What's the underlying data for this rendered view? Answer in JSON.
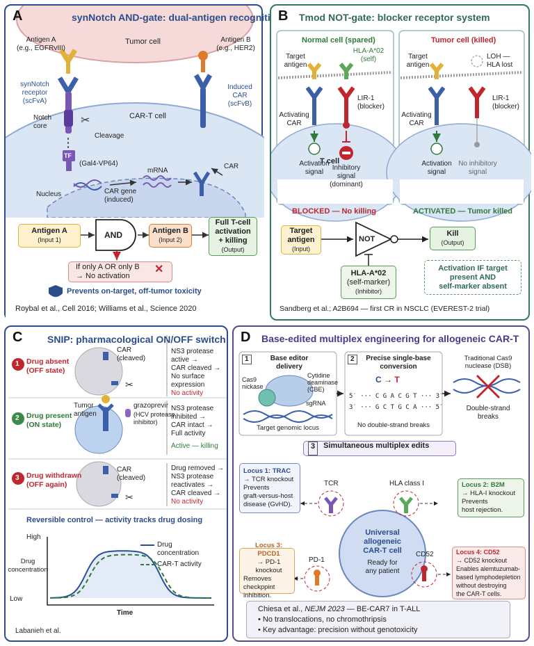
{
  "panel_a": {
    "letter": "A",
    "title": "synNotch AND-gate: dual-antigen recognition",
    "tumor_cell": "Tumor cell",
    "antigen_a": "Antigen A",
    "antigen_a_eg": "(e.g., EGFRvIII)",
    "antigen_b": "Antigen B",
    "antigen_b_eg": "(e.g., HER2)",
    "synnotch_l1": "synNotch",
    "synnotch_l2": "receptor",
    "synnotch_l3": "(scFvA)",
    "induced_l1": "Induced",
    "induced_l2": "CAR",
    "induced_l3": "(scFvB)",
    "cart_cell": "CAR-T cell",
    "notch_l1": "Notch",
    "notch_l2": "core",
    "cleavage": "Cleavage",
    "tf": "TF",
    "gal4": "(Gal4-VP64)",
    "mrna": "mRNA",
    "car": "CAR",
    "nucleus": "Nucleus",
    "car_gene_l1": "CAR gene",
    "car_gene_l2": "(induced)",
    "gate_in1_l1": "Antigen A",
    "gate_in1_l2": "(Input 1)",
    "gate_and": "AND",
    "gate_in2_l1": "Antigen B",
    "gate_in2_l2": "(Input 2)",
    "gate_out_l1": "Full T-cell",
    "gate_out_l2": "activation",
    "gate_out_l3": "+ killing",
    "gate_out_l4": "(Output)",
    "only_l1": "If only A OR only B",
    "only_l2": "→ No activation",
    "prevents": "Prevents on-target, off-tumor toxicity",
    "citation": "Roybal et al., Cell 2016; Williams et al., Science 2020"
  },
  "panel_b": {
    "letter": "B",
    "title": "Tmod NOT-gate: blocker receptor system",
    "normal_title": "Normal cell (spared)",
    "tumor_title": "Tumor cell (killed)",
    "target_antigen_l1": "Target",
    "target_antigen_l2": "antigen",
    "hla_l1": "HLA-A*02",
    "hla_l2": "(self)",
    "loh_l1": "LOH —",
    "loh_l2": "HLA lost",
    "lir_l1": "LIR-1",
    "lir_l2": "(blocker)",
    "activating_l1": "Activating",
    "activating_l2": "CAR",
    "tcell": "T cell",
    "act_signal_l1": "Activation",
    "act_signal_l2": "signal",
    "inhib_l1": "Inhibitory",
    "inhib_l2": "signal",
    "inhib_l3": "(dominant)",
    "no_inhib_l1": "No inhibitory",
    "no_inhib_l2": "signal",
    "blocked": "BLOCKED — No killing",
    "activated": "ACTIVATED — Tumor killed",
    "gate_in_l1": "Target",
    "gate_in_l2": "antigen",
    "gate_in_l3": "(Input)",
    "gate_not": "NOT",
    "gate_out_l1": "Kill",
    "gate_out_l2": "(Output)",
    "inhibitor_l1": "HLA-A*02",
    "inhibitor_l2": "(self-marker)",
    "inhibitor_l3": "(Inhibitor)",
    "note_l1": "Activation IF target",
    "note_l2": "present AND",
    "note_l3": "self-marker absent",
    "citation": "Sandberg et al.; A2B694 — first CR in NSCLC (EVEREST-2 trial)"
  },
  "panel_c": {
    "letter": "C",
    "title": "SNIP: pharmacological ON/OFF switch",
    "s1_num": "1",
    "s1_l1": "Drug absent",
    "s1_l2": "(OFF state)",
    "s1_car_l1": "CAR",
    "s1_car_l2": "(cleaved)",
    "s1_d1": "NS3 protease",
    "s1_d2": "active →",
    "s1_d3": "CAR cleaved →",
    "s1_d4": "No surface",
    "s1_d5": "expression",
    "s1_d6": "No activity",
    "s2_num": "2",
    "s2_l1": "Drug present",
    "s2_l2": "(ON state)",
    "s2_tumor_l1": "Tumor",
    "s2_tumor_l2": "antigen",
    "s2_drug_l1": "grazoprevir",
    "s2_drug_l2": "(HCV protease",
    "s2_drug_l3": "inhibitor)",
    "s2_d1": "NS3 protease",
    "s2_d2": "inhibited →",
    "s2_d3": "CAR intact →",
    "s2_d4": "Full activity",
    "s2_d5": "Active — killing",
    "s3_num": "3",
    "s3_l1": "Drug withdrawn",
    "s3_l2": "(OFF again)",
    "s3_car_l1": "CAR",
    "s3_car_l2": "(cleaved)",
    "s3_d1": "Drug removed →",
    "s3_d2": "NS3 protease",
    "s3_d3": "reactivates →",
    "s3_d4": "CAR cleaved →",
    "s3_d5": "No activity",
    "chart_title": "Reversible control — activity tracks drug dosing",
    "citation": "Labanieh et al."
  },
  "chart_data": {
    "type": "line",
    "title": "Reversible control — activity tracks drug dosing",
    "xlabel": "Time",
    "ylabel": "Drug concentration",
    "ytick_labels": [
      "High",
      "Low"
    ],
    "grid": false,
    "legend": "top-right",
    "series": [
      {
        "name": "Drug concentration",
        "style": "solid",
        "color": "#2b4d9c"
      },
      {
        "name": "CAR-T activity",
        "style": "dashed",
        "color": "#2f7a3a"
      }
    ]
  },
  "panel_d": {
    "letter": "D",
    "title": "Base-edited multiplex engineering for allogeneic CAR-T",
    "s1_num": "1",
    "s1_title_l1": "Base editor",
    "s1_title_l2": "delivery",
    "cas9_l1": "Cas9",
    "cas9_l2": "nickase",
    "cytidine_l1": "Cytidine",
    "cytidine_l2": "deaminase",
    "cytidine_l3": "(CBE)",
    "sgrna": "sgRNA",
    "target_locus": "Target genomic locus",
    "s2_num": "2",
    "s2_title_l1": "Precise single-base",
    "s2_title_l2": "conversion",
    "conv_from": "C",
    "conv_arrow": "→",
    "conv_to": "T",
    "strand1": "5′ ··· C G A C G T ··· 3′",
    "strand2": "3′ ··· G C T G C A ··· 5′",
    "no_dsb": "No double-strand breaks",
    "trad_l1": "Traditional Cas9",
    "trad_l2": "nuclease (DSB)",
    "dsb_l1": "Double-strand",
    "dsb_l2": "breaks",
    "s3_num": "3",
    "s3_title": "Simultaneous multiplex edits",
    "tcr": "TCR",
    "hla1": "HLA class I",
    "pd1": "PD-1",
    "cd52": "CD52",
    "center_l1": "Universal",
    "center_l2": "allogeneic",
    "center_l3": "CAR-T cell",
    "center_l4": "Ready for",
    "center_l5": "any patient",
    "locus1_title": "Locus 1: TRAC",
    "locus1_l1": "→ TCR knockout",
    "locus1_l2": "Prevents",
    "locus1_l3": "graft-versus-host",
    "locus1_l4": "disease (GvHD).",
    "locus2_title": "Locus 2: B2M",
    "locus2_l1": "→ HLA-I knockout",
    "locus2_l2": "Prevents",
    "locus2_l3": "host rejection.",
    "locus3_title": "Locus 3: PDCD1",
    "locus3_l1": "→ PD-1 knockout",
    "locus3_l2": "Removes",
    "locus3_l3": "checkppint",
    "locus3_l4": "inhibition.",
    "locus4_title": "Locus 4: CD52",
    "locus4_l1": "→ CD52 knockout",
    "locus4_l2": "Enables alemtuzumab-",
    "locus4_l3": "based lymphodepletion",
    "locus4_l4": "without destroying",
    "locus4_l5": "the CAR-T cells.",
    "cite_l1_a": "Chiesa et al., ",
    "cite_l1_b": "NEJM 2023",
    "cite_l1_c": " — BE-CAR7 in T-ALL",
    "cite_l2": "No translocations, no chromothripsis",
    "cite_l3": "Key advantage: precision without genotoxicity"
  }
}
